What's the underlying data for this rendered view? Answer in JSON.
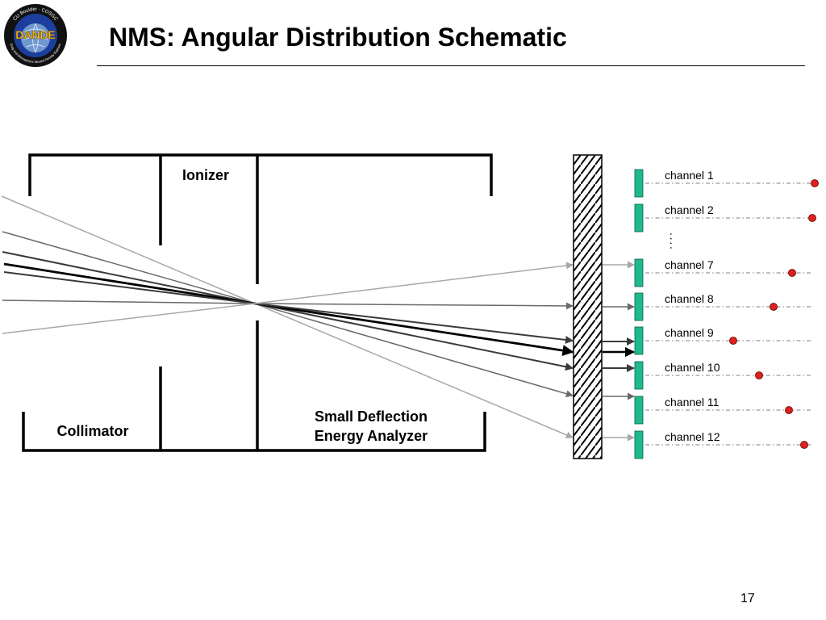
{
  "title": "NMS: Angular Distribution Schematic",
  "page_number": "17",
  "logo": {
    "name": "DANDE",
    "ring_text_top": "CU Boulder · COSGC",
    "ring_text_bottom": "Drag and Atmospheric Neutral Density Explorer",
    "colors": {
      "ring": "#111111",
      "inner": "#1c3f9e",
      "globe": "#7fa8d8",
      "wordmark": "#f6c41b"
    }
  },
  "diagram": {
    "sections": {
      "ionizer": "Ionizer",
      "collimator": "Collimator",
      "analyzer_line1": "Small Deflection",
      "analyzer_line2": "Energy Analyzer"
    },
    "channel_gap": "····",
    "channels": [
      {
        "label": "channel 1"
      },
      {
        "label": "channel 2"
      },
      {
        "label": "channel 7"
      },
      {
        "label": "channel 8"
      },
      {
        "label": "channel 9"
      },
      {
        "label": "channel 10"
      },
      {
        "label": "channel 11"
      },
      {
        "label": "channel 12"
      }
    ],
    "colors": {
      "detector": "#1fb88f",
      "marker": "#e0201c",
      "ray_light": "#a8a8a8",
      "ray_mid": "#6a6a6a",
      "ray_dark": "#3a3a3a",
      "ray_black": "#000000"
    }
  }
}
